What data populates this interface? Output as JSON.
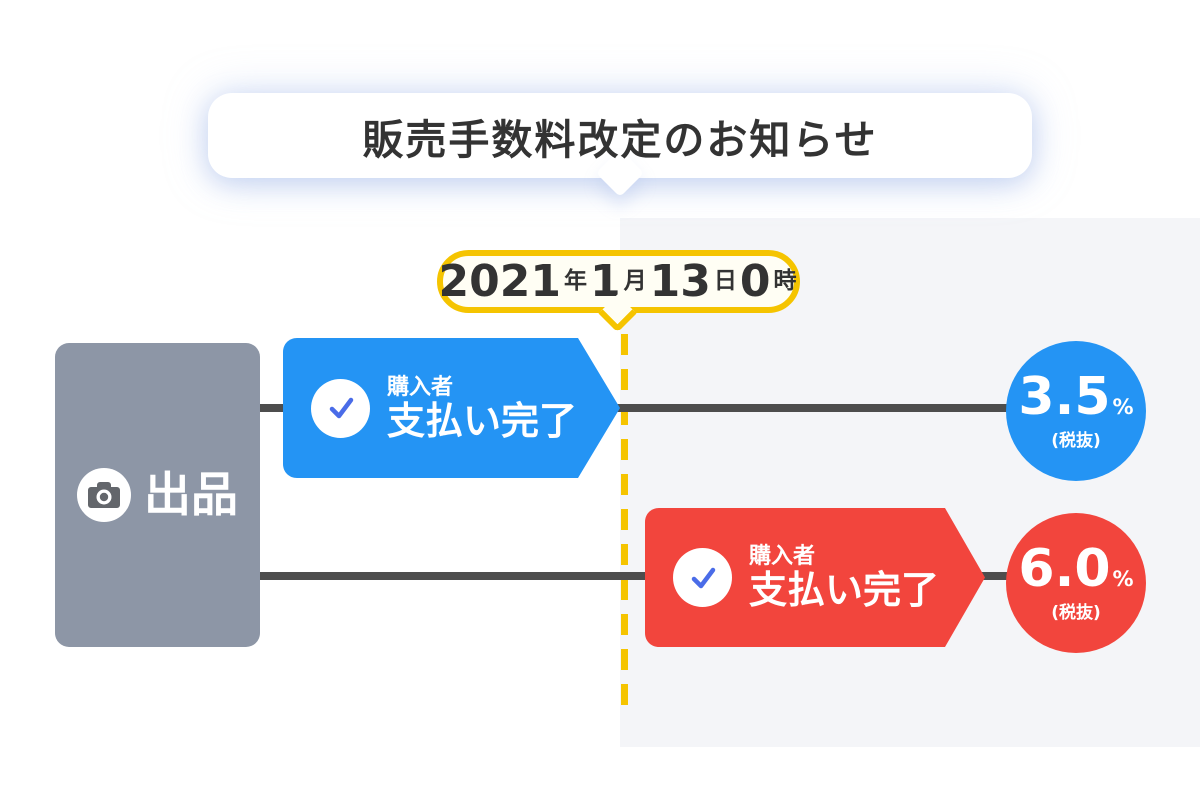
{
  "colors": {
    "blue": "#2494F4",
    "red": "#F2453D",
    "yellow": "#F5C400",
    "gray_box": "#8D96A6",
    "dark_line": "#4D4D4D",
    "panel_bg": "#F4F5F8",
    "check_blue": "#4A6CE8",
    "text_dark": "#333333"
  },
  "title_bubble": {
    "text": "販売手数料改定のお知らせ"
  },
  "date_bubble": {
    "segments": [
      {
        "num": "2021",
        "unit": "年"
      },
      {
        "num": "1",
        "unit": "月"
      },
      {
        "num": "13",
        "unit": "日"
      },
      {
        "num": "0",
        "unit": "時"
      }
    ]
  },
  "listing_box": {
    "icon": "camera-icon",
    "label": "出品"
  },
  "timeline": {
    "before": {
      "check_icon": "check-icon",
      "badge_label_small": "購入者",
      "badge_label_large": "支払い完了",
      "fee_value": "3.5",
      "fee_unit": "%",
      "fee_note": "(税抜)"
    },
    "after": {
      "check_icon": "check-icon",
      "badge_label_small": "購入者",
      "badge_label_large": "支払い完了",
      "fee_value": "6.0",
      "fee_unit": "%",
      "fee_note": "(税抜)"
    }
  }
}
